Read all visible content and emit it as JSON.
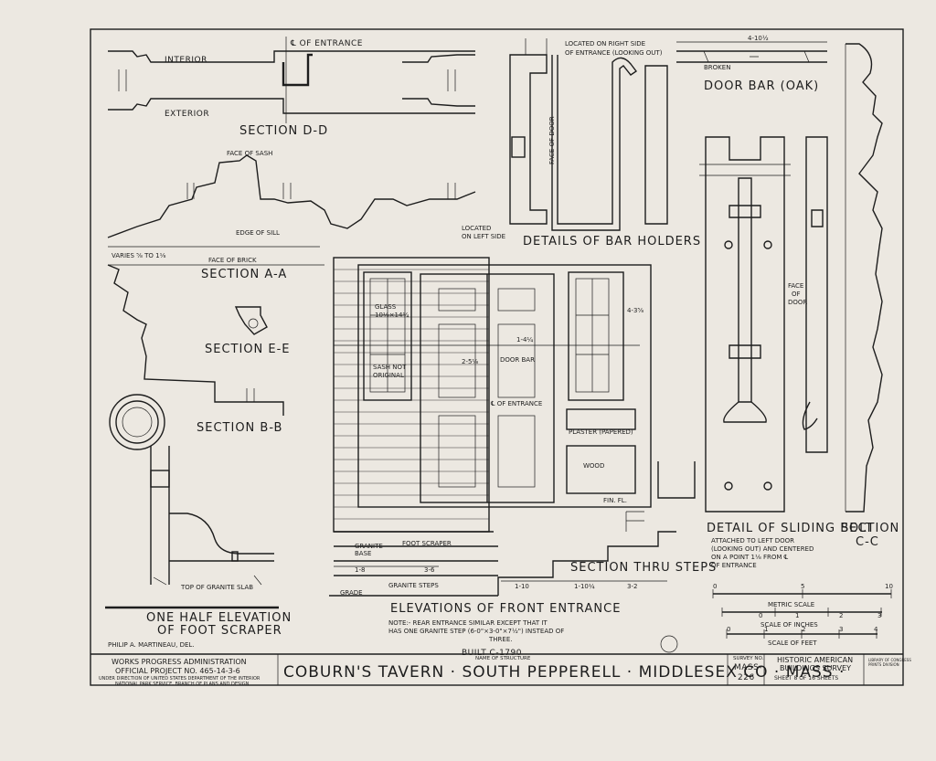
{
  "labels": {
    "section_dd": "SECTION D-D",
    "interior": "INTERIOR",
    "exterior": "EXTERIOR",
    "cl_entrance": "℄ OF ENTRANCE",
    "face_of_sash": "FACE OF SASH",
    "edge_of_sill": "EDGE OF SILL",
    "varies": "VARIES ⅝ TO 1⅛",
    "face_of_brick": "FACE OF BRICK",
    "section_aa": "SECTION A-A",
    "section_ee": "SECTION E-E",
    "section_bb": "SECTION B-B",
    "located_right": "LOCATED ON RIGHT SIDE\nOF ENTRANCE (LOOKING OUT)",
    "located_left": "LOCATED\nON LEFT SIDE",
    "face_of_door_vertical": "FACE OF DOOR",
    "details_bar_holders": "DETAILS OF BAR HOLDERS",
    "door_bar_oak": "DOOR BAR (OAK)",
    "broken": "BROKEN",
    "dim_4_10": "4-10½",
    "glass": "GLASS\n10⅛×14¼",
    "sash_not_original": "SASH NOT\nORIGINAL",
    "door_bar": "DOOR BAR",
    "cl_entrance_mid": "℄ OF ENTRANCE",
    "plaster": "PLASTER (PAPERED)",
    "wood": "WOOD",
    "fin_fl": "FIN. FL.",
    "foot_scraper": "FOOT SCRAPER",
    "granite_base": "GRANITE\nBASE",
    "granite_steps": "GRANITE STEPS",
    "grade": "GRADE",
    "section_thru_steps": "SECTION THRU STEPS",
    "elevations_front_entrance": "ELEVATIONS OF FRONT ENTRANCE",
    "note": "NOTE:- REAR ENTRANCE SIMILAR EXCEPT THAT IT\nHAS ONE GRANITE STEP (6-0\"×3-0\"×7½\") INSTEAD OF\nTHREE.",
    "built": "BUILT C-1790",
    "face_of_door": "FACE\nOF\nDOOR",
    "detail_sliding_bolt": "DETAIL OF SLIDING BOLT",
    "attached": "ATTACHED TO LEFT DOOR\n(LOOKING OUT) AND CENTERED\nON A POINT 1⅛ FROM ℄\nOF ENTRANCE",
    "section_cc": "SECTION\nC-C",
    "top_granite_slab": "TOP OF\nGRANITE SLAB",
    "one_half_elevation": "ONE HALF ELEVATION\nOF FOOT SCRAPER",
    "delineator": "PHILIP A. MARTINEAU, DEL.",
    "metric_scale": "METRIC SCALE",
    "scale_inches": "SCALE OF INCHES",
    "scale_feet": "SCALE OF FEET",
    "dims": {
      "d_3_6": "3-6",
      "d_1_8": "1-8",
      "d_1_10": "1-10",
      "d_1_10_2": "1-10¼",
      "d_3_2": "3-2",
      "d_2_5": "2-5⅛",
      "d_1_4": "1-4¼",
      "d_4_3": "4-3⅝"
    }
  },
  "title_block": {
    "wpa": "WORKS PROGRESS ADMINISTRATION",
    "official_project": "OFFICIAL PROJECT NO. 465-14-3-6",
    "under_direction": "UNDER DIRECTION OF UNITED STATES DEPARTMENT OF THE INTERIOR\nNATIONAL PARK SERVICE, BRANCH OF PLANS AND DESIGN",
    "name_of_structure_label": "NAME OF STRUCTURE",
    "structure_name": "COBURN'S TAVERN · SOUTH PEPPERELL · MIDDLESEX CO · MASS ·",
    "survey_no_label": "SURVEY NO.",
    "survey_no": "MASS-\n226",
    "habs": "HISTORIC AMERICAN\nBUILDINGS SURVEY",
    "sheet": "SHEET 8 OF 16 SHEETS",
    "loc_stamp": "LIBRARY OF CONGRESS\nPRINTS DIVISION"
  },
  "scales": {
    "metric_ticks": [
      "0",
      "1",
      "2",
      "3"
    ],
    "inch_ticks": [
      "0",
      "1",
      "2",
      "3",
      "4"
    ],
    "feet_ticks": [
      "0",
      "5",
      "10"
    ]
  }
}
